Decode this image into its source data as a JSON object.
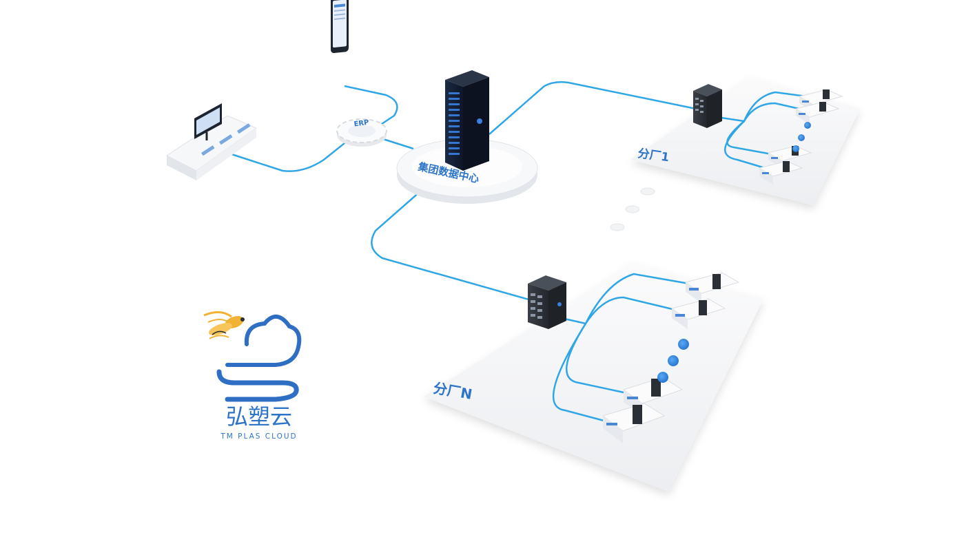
{
  "diagram": {
    "erp_label": "ERP",
    "center_label": "集团数据中心",
    "branch1_label": "分厂1",
    "branchN_label": "分厂N"
  },
  "logo": {
    "name_cn": "弘塑云",
    "name_en": "TM PLAS CLOUD"
  },
  "colors": {
    "line": "#2fa6e6",
    "accent": "#2e74c9",
    "bee": "#f2b233",
    "cabinet": "#2b2f36",
    "platform": "#f4f5f7"
  }
}
